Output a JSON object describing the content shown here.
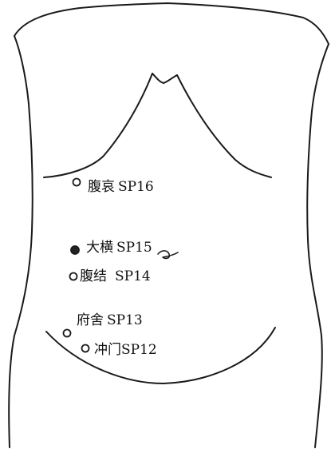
{
  "figure": {
    "line_color": "#1a1a1a",
    "open_point_fill": "#ffffff",
    "filled_point_fill": "#222222"
  },
  "acupoints": [
    {
      "name": "腹哀",
      "code": "SP16",
      "marker": "open"
    },
    {
      "name": "大横",
      "code": "SP15",
      "marker": "filled"
    },
    {
      "name": "腹结",
      "code": "SP14",
      "marker": "open"
    },
    {
      "name": "府舍",
      "code": "SP13",
      "marker": "open"
    },
    {
      "name": "冲门",
      "code": "SP12",
      "marker": "open"
    }
  ]
}
